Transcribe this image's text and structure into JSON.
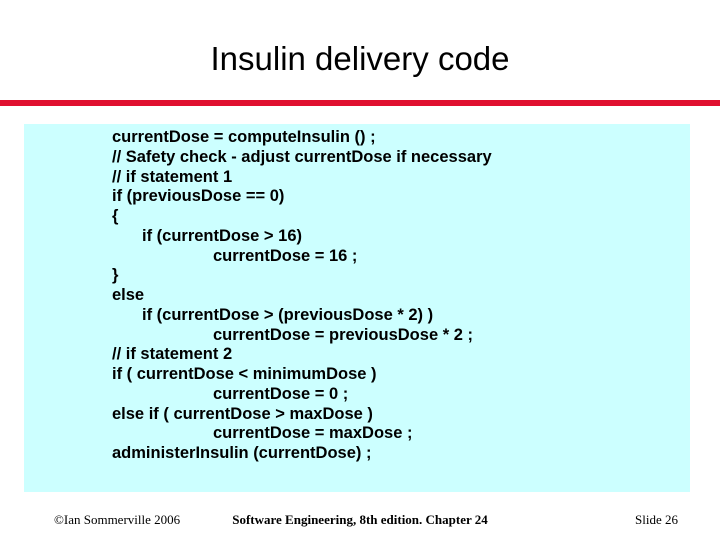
{
  "slide": {
    "title": "Insulin delivery code",
    "accent_color": "#e01030",
    "code_background": "#ccffff",
    "code_lines": [
      {
        "indent": 0,
        "text": "currentDose = computeInsulin () ;"
      },
      {
        "indent": 0,
        "text": "// Safety check - adjust currentDose if necessary"
      },
      {
        "indent": 0,
        "text": "// if statement 1"
      },
      {
        "indent": 0,
        "text": "if (previousDose == 0)"
      },
      {
        "indent": 0,
        "text": "{"
      },
      {
        "indent": 1,
        "text": "if (currentDose > 16)"
      },
      {
        "indent": 2,
        "text": "currentDose = 16 ;"
      },
      {
        "indent": 0,
        "text": "}"
      },
      {
        "indent": 0,
        "text": "else"
      },
      {
        "indent": 1,
        "text": "if (currentDose > (previousDose * 2) )"
      },
      {
        "indent": 2,
        "text": "currentDose = previousDose * 2 ;"
      },
      {
        "indent": 0,
        "text": "// if statement 2"
      },
      {
        "indent": 0,
        "text": "if ( currentDose < minimumDose )"
      },
      {
        "indent": 2,
        "text": "currentDose = 0 ;"
      },
      {
        "indent": 0,
        "text": "else if ( currentDose > maxDose )"
      },
      {
        "indent": 2,
        "text": "currentDose = maxDose ;"
      },
      {
        "indent": 0,
        "text": "administerInsulin (currentDose) ;"
      }
    ]
  },
  "footer": {
    "copyright": "©Ian Sommerville 2006",
    "book": "Software Engineering, 8th edition. Chapter 24",
    "slide_number": "Slide  26"
  }
}
